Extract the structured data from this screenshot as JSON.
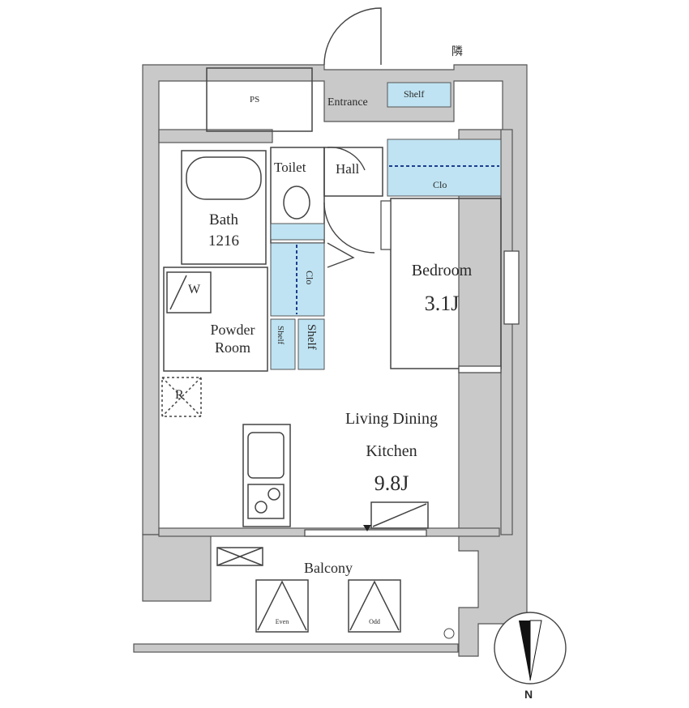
{
  "plan": {
    "rooms": {
      "entrance": "Entrance",
      "shelf_entrance": "Shelf",
      "storage_top": "PS",
      "toilet": "Toilet",
      "hall": "Hall",
      "closet_top": "Clo",
      "bath": "Bath",
      "bath_size": "1216",
      "washer": "W",
      "powder_room_line1": "Powder",
      "powder_room_line2": "Room",
      "fridge": "R",
      "closet_mid": "Clo",
      "shelf_small": "Shelf",
      "shelf_mid": "Shelf",
      "bedroom": "Bedroom",
      "bedroom_size": "3.1J",
      "ldk_line1": "Living Dining",
      "ldk_line2": "Kitchen",
      "ldk_size": "9.8J",
      "balcony": "Balcony",
      "ac_left": "Even",
      "ac_right": "Odd"
    },
    "neighbor_label": "隣",
    "compass_north": "N",
    "colors": {
      "wall": "#c9c9c9",
      "wall_edge": "#555555",
      "storage_fill": "#bfe3f2",
      "line": "#333333"
    }
  }
}
